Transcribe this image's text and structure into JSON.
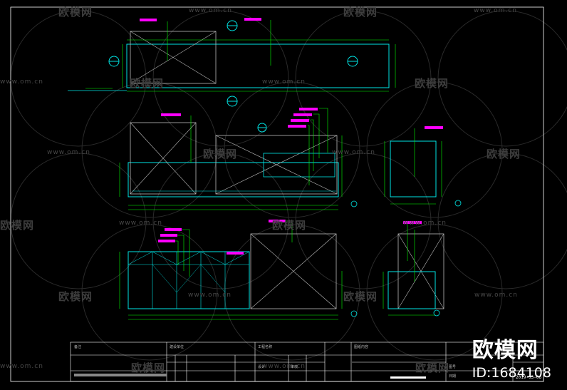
{
  "watermarks": {
    "brand_cn": "欧模网",
    "url": "www.om.cn"
  },
  "brand": {
    "name": "欧模网",
    "id_text": "ID:1684108"
  },
  "title_block": {
    "date": "2019-03-06",
    "labels": [
      "备注",
      "建设单位",
      "工程名称",
      "图纸内容",
      "设计",
      "审核",
      "图号",
      "日期"
    ]
  },
  "colors": {
    "background": "#000000",
    "outline": "#00e5e5",
    "dimension": "#00ff00",
    "leader": "#00ff00",
    "tag": "#ff00ff",
    "frame": "#ffffff",
    "watermark": "#3d3d3d"
  }
}
